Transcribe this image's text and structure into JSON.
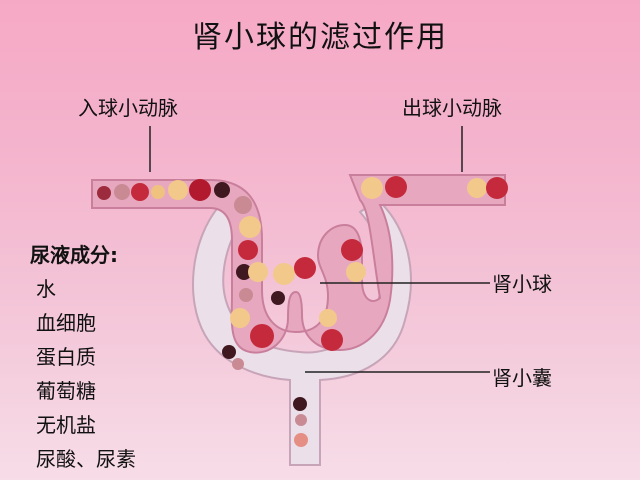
{
  "title": "肾小球的滤过作用",
  "labels": {
    "afferent": "入球小动脉",
    "efferent": "出球小动脉",
    "glomerulus": "肾小球",
    "capsule": "肾小囊"
  },
  "urine": {
    "title": "尿液成分:",
    "items": [
      "水",
      "血细胞",
      "蛋白质",
      "葡萄糖",
      "无机盐",
      "尿酸、尿素"
    ]
  },
  "colors": {
    "vessel": "#e7a9bf",
    "capsule": "#eadfe8",
    "capsule_edge": "#c9a9bb",
    "rbc": "#c52a3c",
    "plasma": "#f2c98b"
  }
}
